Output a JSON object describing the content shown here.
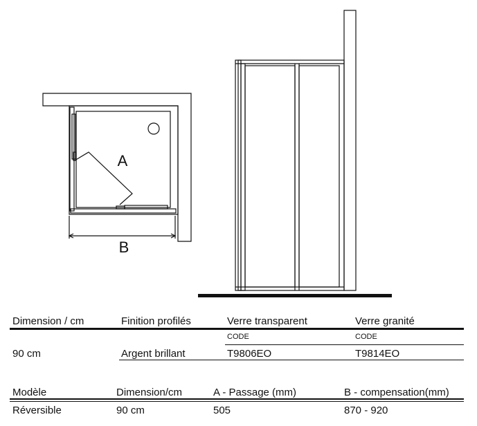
{
  "diagram": {
    "label_a": "A",
    "label_b": "B"
  },
  "table1": {
    "headers": [
      "Dimension / cm",
      "Finition profilés",
      "Verre transparent",
      "Verre granité"
    ],
    "subheaders": [
      "CODE",
      "CODE"
    ],
    "row": [
      "90 cm",
      "Argent brillant",
      "T9806EO",
      "T9814EO"
    ]
  },
  "table2": {
    "headers": [
      "Modèle",
      "Dimension/cm",
      "A - Passage (mm)",
      "B - compensation(mm)"
    ],
    "row": [
      "Réversible",
      "90 cm",
      "505",
      "870 - 920"
    ]
  }
}
